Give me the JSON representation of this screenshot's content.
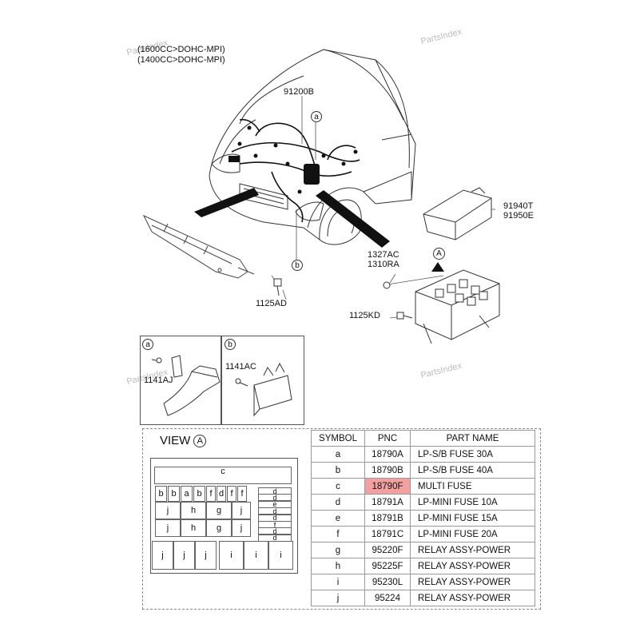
{
  "watermarks": [
    "PartsIndex",
    "PartsIndex",
    "PartsIndex",
    "PartsIndex"
  ],
  "engines": [
    "(1600CC>DOHC-MPI)",
    "(1400CC>DOHC-MPI)"
  ],
  "callouts": {
    "harness": "91200B",
    "junction_box_1": "91940T",
    "junction_box_2": "91950E",
    "nut_1": "1327AC",
    "nut_2": "1310RA",
    "bolt_1": "1125AD",
    "bolt_2": "1125KD",
    "detail_a_part": "1141AJ",
    "detail_b_part": "1141AC",
    "marker_a": "a",
    "marker_b": "b",
    "marker_A": "A"
  },
  "view": {
    "prefix": "VIEW",
    "marker": "A"
  },
  "fuse_layout": {
    "top": "c",
    "row1": [
      "b",
      "b",
      "a",
      "b",
      "f",
      "d",
      "f",
      "f"
    ],
    "relay_row1": [
      "j",
      "h",
      "g",
      "j"
    ],
    "relay_row2": [
      "j",
      "h",
      "g",
      "j"
    ],
    "side": [
      "d",
      "d",
      "e",
      "d",
      "d",
      "f",
      "d",
      "d"
    ],
    "bottom_left": [
      "j",
      "j",
      "j"
    ],
    "bottom_right": [
      "i",
      "i",
      "i"
    ]
  },
  "table": {
    "headers": [
      "SYMBOL",
      "PNC",
      "PART NAME"
    ],
    "rows": [
      {
        "symbol": "a",
        "pnc": "18790A",
        "name": "LP-S/B FUSE 30A"
      },
      {
        "symbol": "b",
        "pnc": "18790B",
        "name": "LP-S/B FUSE 40A"
      },
      {
        "symbol": "c",
        "pnc": "18790F",
        "name": "MULTI FUSE"
      },
      {
        "symbol": "d",
        "pnc": "18791A",
        "name": "LP-MINI FUSE 10A"
      },
      {
        "symbol": "e",
        "pnc": "18791B",
        "name": "LP-MINI FUSE 15A"
      },
      {
        "symbol": "f",
        "pnc": "18791C",
        "name": "LP-MINI FUSE 20A"
      },
      {
        "symbol": "g",
        "pnc": "95220F",
        "name": "RELAY ASSY-POWER"
      },
      {
        "symbol": "h",
        "pnc": "95225F",
        "name": "RELAY ASSY-POWER"
      },
      {
        "symbol": "i",
        "pnc": "95230L",
        "name": "RELAY ASSY-POWER"
      },
      {
        "symbol": "j",
        "pnc": "95224",
        "name": "RELAY ASSY-POWER"
      }
    ],
    "highlight_row": 2,
    "highlight_color": "#f2a0a0"
  }
}
